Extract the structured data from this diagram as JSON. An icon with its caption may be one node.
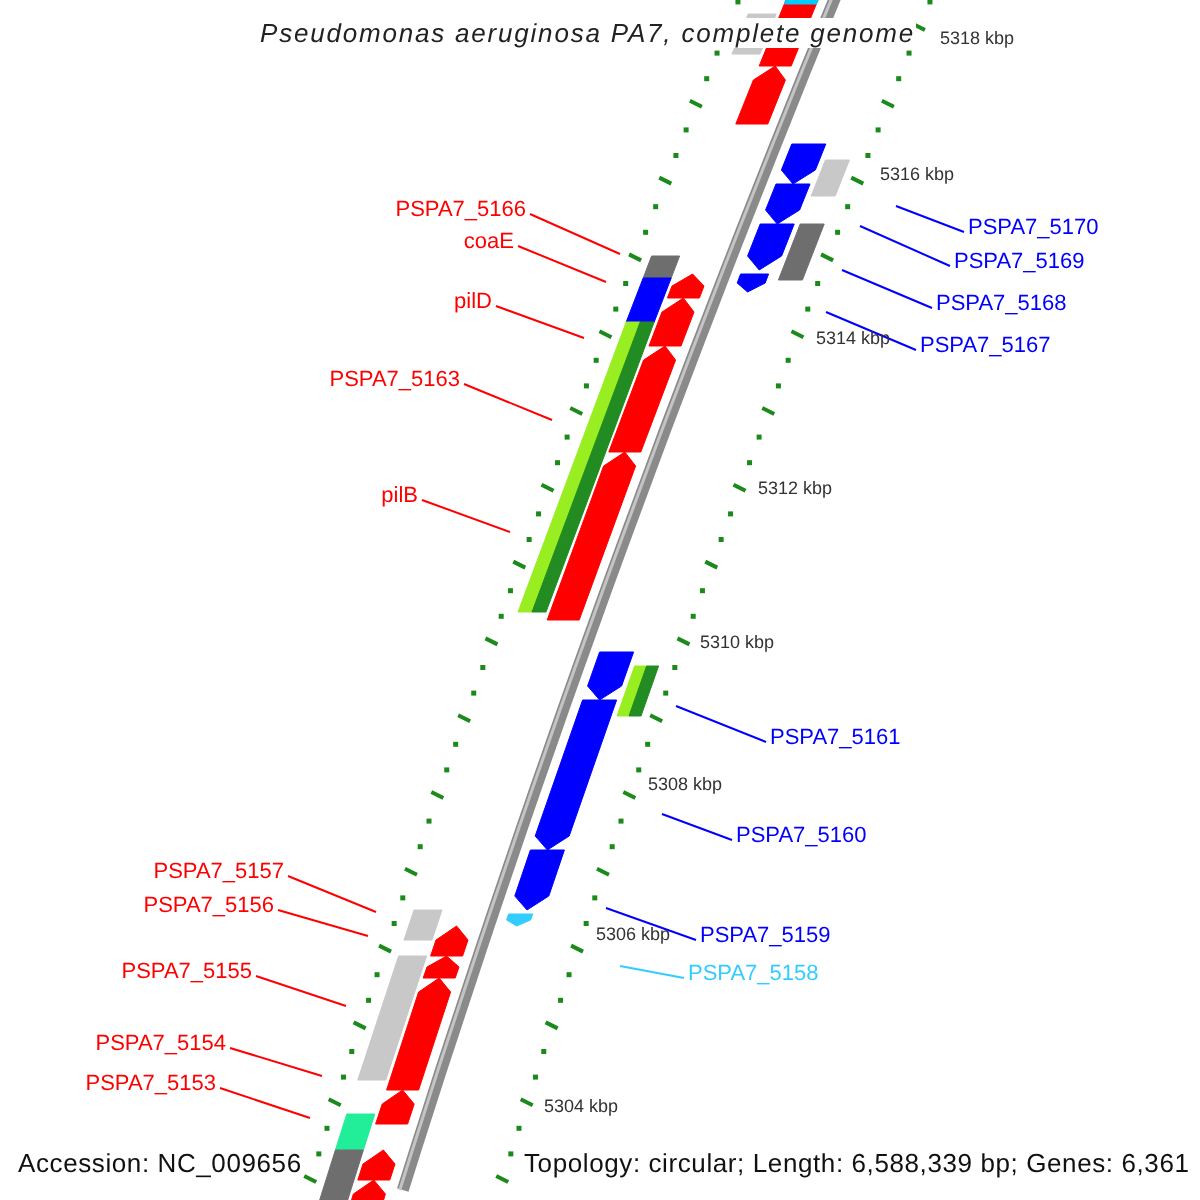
{
  "diagram": {
    "title": "Pseudomonas aeruginosa PA7, complete genome",
    "nodes": [
      {
        "text": [
          "PSPA7_5166"
        ]
      },
      {
        "text": [
          "PSPA7_5170"
        ]
      },
      {
        "text": [
          "coaE"
        ]
      },
      {
        "text": [
          "PSPA7_5169"
        ]
      },
      {
        "text": [
          "pilD"
        ]
      },
      {
        "text": [
          "PSPA7_5168"
        ]
      },
      {
        "text": [
          "PSPA7_5167"
        ]
      },
      {
        "text": [
          "PSPA7_5163"
        ]
      },
      {
        "text": [
          "pilB"
        ]
      },
      {
        "text": [
          "PSPA7_5161"
        ]
      },
      {
        "text": [
          "PSPA7_5160"
        ]
      },
      {
        "text": [
          "PSPA7_5157"
        ]
      },
      {
        "text": [
          "PSPA7_5156"
        ]
      },
      {
        "text": [
          "PSPA7_5159"
        ]
      },
      {
        "text": [
          "PSPA7_5155"
        ]
      },
      {
        "text": [
          "PSPA7_5158"
        ]
      },
      {
        "text": [
          "PSPA7_5154"
        ]
      },
      {
        "text": [
          "PSPA7_5153"
        ]
      }
    ],
    "edges": [
      {
        "from": 0,
        "to": null,
        "arrow": "none"
      },
      {
        "from": 1,
        "to": null,
        "arrow": "none",
        "color": "#0000ff"
      },
      {
        "from": 2,
        "to": null,
        "arrow": "none"
      },
      {
        "from": 3,
        "to": null,
        "arrow": "none",
        "color": "#0000ff"
      },
      {
        "from": 4,
        "to": null,
        "arrow": "none"
      },
      {
        "from": 5,
        "to": null,
        "arrow": "none",
        "color": "#0000ff"
      },
      {
        "from": 6,
        "to": null,
        "arrow": "none",
        "color": "#0000ff"
      },
      {
        "from": 7,
        "to": null,
        "arrow": "none"
      },
      {
        "from": 8,
        "to": null,
        "arrow": "none"
      },
      {
        "from": 9,
        "to": null,
        "arrow": "none",
        "color": "#0000ff"
      },
      {
        "from": 10,
        "to": null,
        "arrow": "none",
        "color": "#0000ff"
      },
      {
        "from": 11,
        "to": null,
        "arrow": "none"
      },
      {
        "from": 12,
        "to": null,
        "arrow": "none"
      },
      {
        "from": 13,
        "to": null,
        "arrow": "none",
        "color": "#0000ff"
      },
      {
        "from": 14,
        "to": null,
        "arrow": "none"
      },
      {
        "from": 15,
        "to": null,
        "arrow": "none",
        "color": "#33ccff"
      },
      {
        "from": 16,
        "to": null,
        "arrow": "none"
      },
      {
        "from": 17,
        "to": null,
        "arrow": "none"
      }
    ],
    "labels": [
      "5318 kbp",
      "5316 kbp",
      "5314 kbp",
      "5312 kbp",
      "5310 kbp",
      "5308 kbp",
      "5306 kbp",
      "5304 kbp",
      "Accession: NC_009656",
      "Topology: circular; Length: 6,588,339 bp; Genes: 6,361"
    ]
  }
}
